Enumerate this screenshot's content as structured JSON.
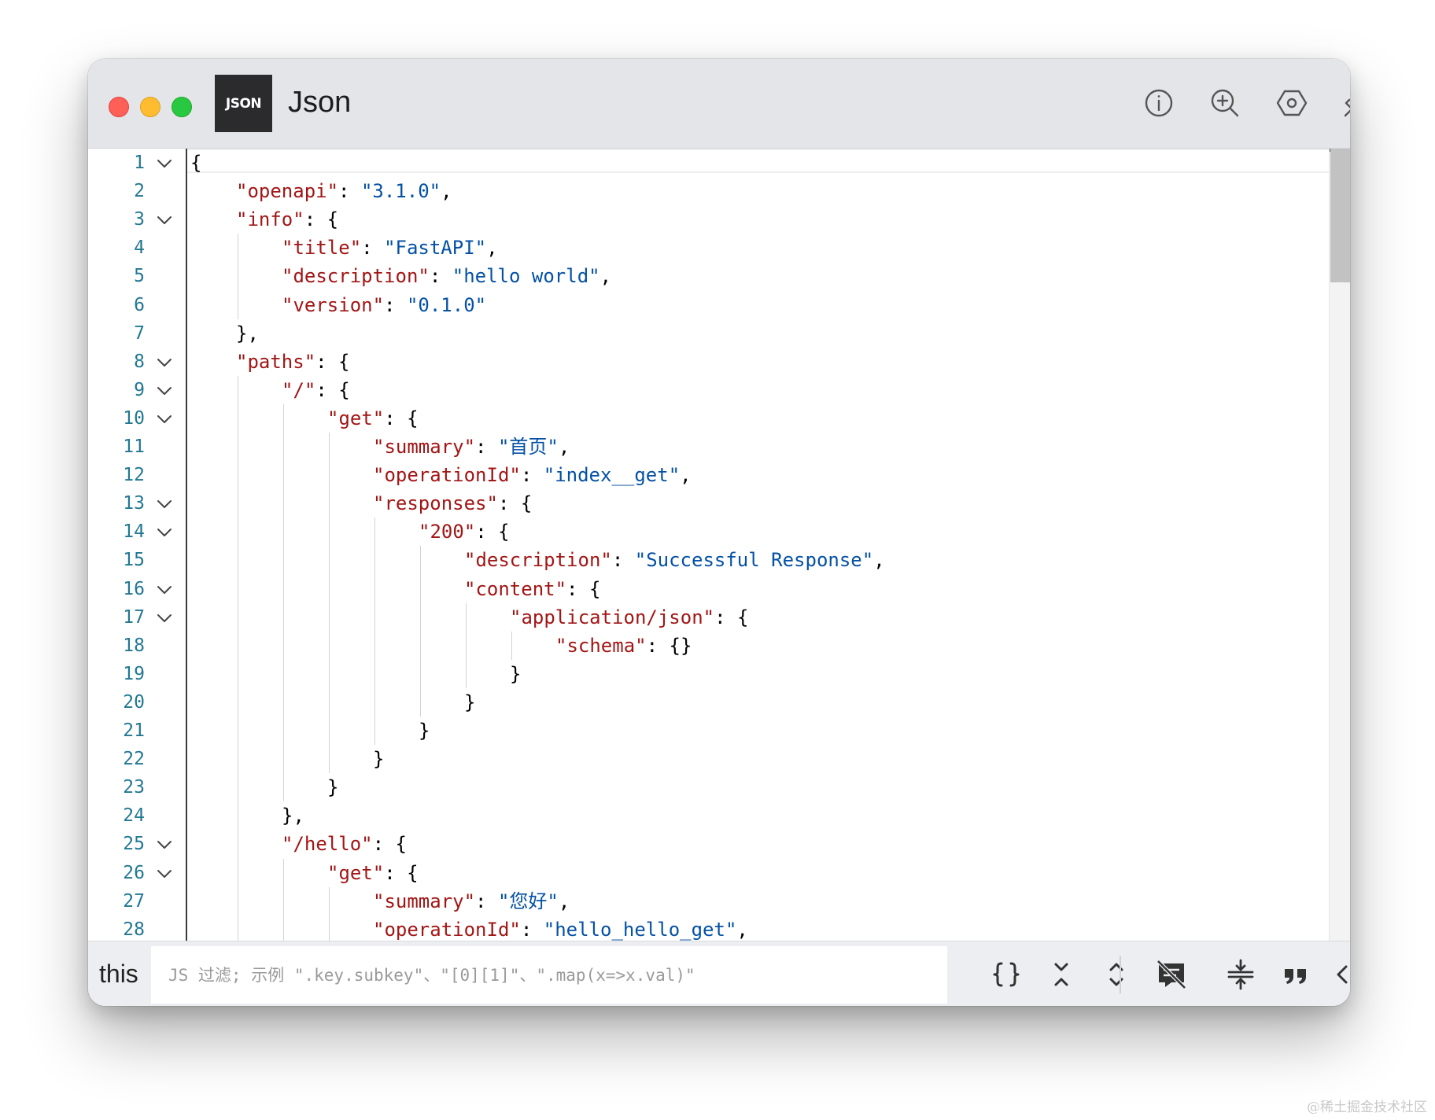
{
  "window": {
    "title": "Json",
    "logo_text": "JSON"
  },
  "toolbar": {
    "icons": [
      "info-icon",
      "zoom-in-icon",
      "settings-icon",
      "pin-icon"
    ]
  },
  "editor": {
    "lines": [
      {
        "n": "1",
        "indent": 0,
        "fold": true,
        "tokens": [
          [
            "p",
            "{"
          ]
        ]
      },
      {
        "n": "2",
        "indent": 1,
        "fold": false,
        "tokens": [
          [
            "k",
            "\"openapi\""
          ],
          [
            "p",
            ": "
          ],
          [
            "s",
            "\"3.1.0\""
          ],
          [
            "p",
            ","
          ]
        ]
      },
      {
        "n": "3",
        "indent": 1,
        "fold": true,
        "tokens": [
          [
            "k",
            "\"info\""
          ],
          [
            "p",
            ": {"
          ]
        ]
      },
      {
        "n": "4",
        "indent": 2,
        "fold": false,
        "tokens": [
          [
            "k",
            "\"title\""
          ],
          [
            "p",
            ": "
          ],
          [
            "s",
            "\"FastAPI\""
          ],
          [
            "p",
            ","
          ]
        ]
      },
      {
        "n": "5",
        "indent": 2,
        "fold": false,
        "tokens": [
          [
            "k",
            "\"description\""
          ],
          [
            "p",
            ": "
          ],
          [
            "s",
            "\"hello world\""
          ],
          [
            "p",
            ","
          ]
        ]
      },
      {
        "n": "6",
        "indent": 2,
        "fold": false,
        "tokens": [
          [
            "k",
            "\"version\""
          ],
          [
            "p",
            ": "
          ],
          [
            "s",
            "\"0.1.0\""
          ]
        ]
      },
      {
        "n": "7",
        "indent": 1,
        "fold": false,
        "tokens": [
          [
            "p",
            "},"
          ]
        ]
      },
      {
        "n": "8",
        "indent": 1,
        "fold": true,
        "tokens": [
          [
            "k",
            "\"paths\""
          ],
          [
            "p",
            ": {"
          ]
        ]
      },
      {
        "n": "9",
        "indent": 2,
        "fold": true,
        "tokens": [
          [
            "k",
            "\"/\""
          ],
          [
            "p",
            ": {"
          ]
        ]
      },
      {
        "n": "10",
        "indent": 3,
        "fold": true,
        "tokens": [
          [
            "k",
            "\"get\""
          ],
          [
            "p",
            ": {"
          ]
        ]
      },
      {
        "n": "11",
        "indent": 4,
        "fold": false,
        "tokens": [
          [
            "k",
            "\"summary\""
          ],
          [
            "p",
            ": "
          ],
          [
            "s",
            "\"首页\""
          ],
          [
            "p",
            ","
          ]
        ]
      },
      {
        "n": "12",
        "indent": 4,
        "fold": false,
        "tokens": [
          [
            "k",
            "\"operationId\""
          ],
          [
            "p",
            ": "
          ],
          [
            "s",
            "\"index__get\""
          ],
          [
            "p",
            ","
          ]
        ]
      },
      {
        "n": "13",
        "indent": 4,
        "fold": true,
        "tokens": [
          [
            "k",
            "\"responses\""
          ],
          [
            "p",
            ": {"
          ]
        ]
      },
      {
        "n": "14",
        "indent": 5,
        "fold": true,
        "tokens": [
          [
            "k",
            "\"200\""
          ],
          [
            "p",
            ": {"
          ]
        ]
      },
      {
        "n": "15",
        "indent": 6,
        "fold": false,
        "tokens": [
          [
            "k",
            "\"description\""
          ],
          [
            "p",
            ": "
          ],
          [
            "s",
            "\"Successful Response\""
          ],
          [
            "p",
            ","
          ]
        ]
      },
      {
        "n": "16",
        "indent": 6,
        "fold": true,
        "tokens": [
          [
            "k",
            "\"content\""
          ],
          [
            "p",
            ": {"
          ]
        ]
      },
      {
        "n": "17",
        "indent": 7,
        "fold": true,
        "tokens": [
          [
            "k",
            "\"application/json\""
          ],
          [
            "p",
            ": {"
          ]
        ]
      },
      {
        "n": "18",
        "indent": 8,
        "fold": false,
        "tokens": [
          [
            "k",
            "\"schema\""
          ],
          [
            "p",
            ": {}"
          ]
        ]
      },
      {
        "n": "19",
        "indent": 7,
        "fold": false,
        "tokens": [
          [
            "p",
            "}"
          ]
        ]
      },
      {
        "n": "20",
        "indent": 6,
        "fold": false,
        "tokens": [
          [
            "p",
            "}"
          ]
        ]
      },
      {
        "n": "21",
        "indent": 5,
        "fold": false,
        "tokens": [
          [
            "p",
            "}"
          ]
        ]
      },
      {
        "n": "22",
        "indent": 4,
        "fold": false,
        "tokens": [
          [
            "p",
            "}"
          ]
        ]
      },
      {
        "n": "23",
        "indent": 3,
        "fold": false,
        "tokens": [
          [
            "p",
            "}"
          ]
        ]
      },
      {
        "n": "24",
        "indent": 2,
        "fold": false,
        "tokens": [
          [
            "p",
            "},"
          ]
        ]
      },
      {
        "n": "25",
        "indent": 2,
        "fold": true,
        "tokens": [
          [
            "k",
            "\"/hello\""
          ],
          [
            "p",
            ": {"
          ]
        ]
      },
      {
        "n": "26",
        "indent": 3,
        "fold": true,
        "tokens": [
          [
            "k",
            "\"get\""
          ],
          [
            "p",
            ": {"
          ]
        ]
      },
      {
        "n": "27",
        "indent": 4,
        "fold": false,
        "tokens": [
          [
            "k",
            "\"summary\""
          ],
          [
            "p",
            ": "
          ],
          [
            "s",
            "\"您好\""
          ],
          [
            "p",
            ","
          ]
        ]
      },
      {
        "n": "28",
        "indent": 4,
        "fold": false,
        "tokens": [
          [
            "k",
            "\"operationId\""
          ],
          [
            "p",
            ": "
          ],
          [
            "s",
            "\"hello_hello_get\""
          ],
          [
            "p",
            ","
          ]
        ]
      }
    ]
  },
  "bottombar": {
    "this_label": "this",
    "filter_placeholder": "JS 过滤; 示例 \".key.subkey\"、\"[0][1]\"、\".map(x=>x.val)\"",
    "filter_value": "",
    "icons": [
      "braces-icon",
      "collapse-all-icon",
      "expand-all-icon",
      "hide-comments-icon",
      "compact-icon",
      "quotes-icon",
      "code-icon",
      "document-icon"
    ]
  },
  "watermark": "@稀土掘金技术社区",
  "colors": {
    "key": "#a31515",
    "string": "#0451a5",
    "line_number": "#237893",
    "titlebar": "#e4e5e8",
    "bottombar": "#eceef1"
  }
}
